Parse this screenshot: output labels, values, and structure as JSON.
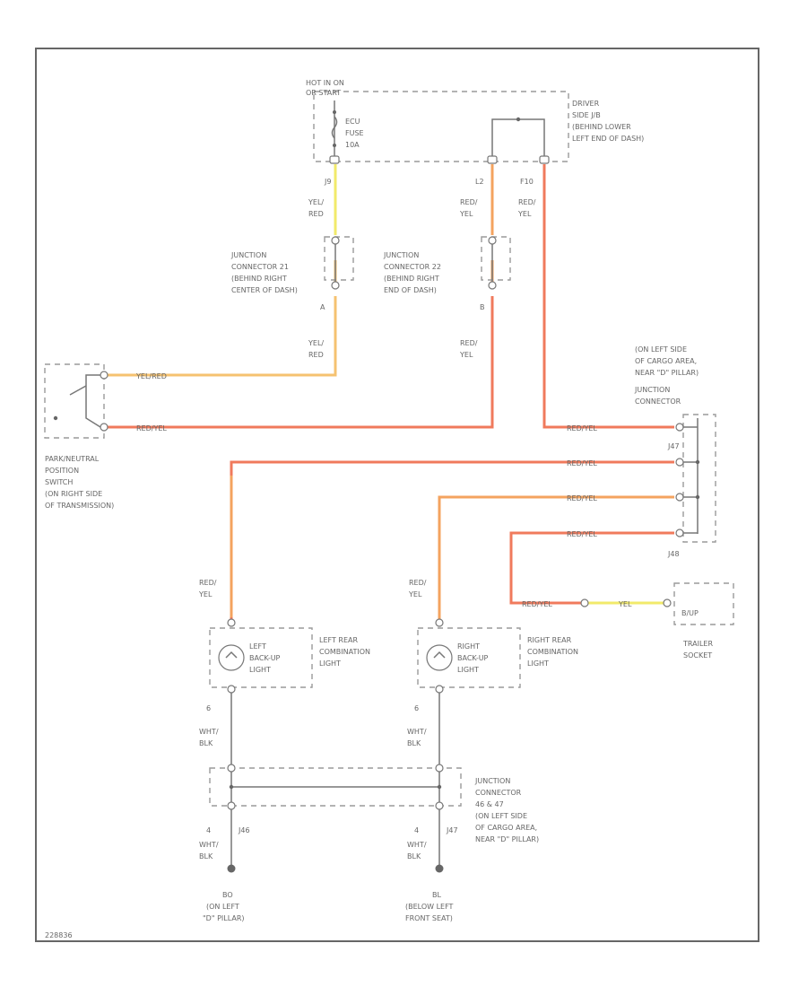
{
  "colors": {
    "red_yel_wire": "#f07a5c",
    "orange_wire": "#f4a35f",
    "yel_wire": "#f2ea6a",
    "yel_red_wire": "#f5c270",
    "line_gray": "#777777"
  },
  "labels": {
    "hot_in_on": [
      "HOT IN ON",
      "OR START"
    ],
    "fuse": [
      "ECU",
      "FUSE",
      "10A"
    ],
    "driver_jb": [
      "DRIVER",
      "SIDE J/B",
      "(BEHIND LOWER",
      "LEFT END OF DASH)"
    ],
    "pin_j9": "J9",
    "pin_l2": "L2",
    "pin_f10": "F10",
    "wire_yel_red_top": [
      "YEL/",
      "RED"
    ],
    "wire_red_yel_mid": [
      "RED/",
      "YEL"
    ],
    "wire_red_yel_right": [
      "RED/",
      "YEL"
    ],
    "jc_center": [
      "JUNCTION",
      "CONNECTOR 21",
      "(BEHIND RIGHT",
      "CENTER OF DASH)"
    ],
    "jc_end": [
      "JUNCTION",
      "CONNECTOR 22",
      "(BEHIND RIGHT",
      "END OF DASH)"
    ],
    "pin_a": "A",
    "pin_b": "B",
    "wire_yel_red_2": [
      "YEL/",
      "RED"
    ],
    "wire_red_yel_2": [
      "RED/",
      "YEL"
    ],
    "switch_label": [
      "PARK/NEUTRAL",
      "POSITION",
      "SWITCH",
      "(ON RIGHT SIDE",
      "OF TRANSMISSION)"
    ],
    "switch_wire_top": "YEL/RED",
    "switch_wire_bottom": "RED/YEL",
    "jc_right": [
      "(ON LEFT SIDE",
      "OF CARGO AREA,",
      "NEAR \"D\" PILLAR)",
      "JUNCTION",
      "CONNECTOR"
    ],
    "jc_right_pins": [
      "J47",
      "J48"
    ],
    "red_yel_short": "RED/YEL",
    "left_wire_label": [
      "RED/",
      "YEL"
    ],
    "right_wire_label": [
      "RED/",
      "YEL"
    ],
    "left_light": [
      "LEFT",
      "BACK-UP",
      "LIGHT"
    ],
    "left_light_desc": [
      "LEFT REAR",
      "COMBINATION",
      "LIGHT"
    ],
    "right_light": [
      "RIGHT",
      "BACK-UP",
      "LIGHT"
    ],
    "right_light_desc": [
      "RIGHT REAR",
      "COMBINATION",
      "LIGHT"
    ],
    "trailer_yel": "YEL",
    "trailer_pin": "B/UP",
    "trailer_label": [
      "TRAILER",
      "SOCKET"
    ],
    "ground_wire": [
      "WHT/",
      "BLK"
    ],
    "jc_bottom": [
      "JUNCTION",
      "CONNECTOR",
      "46 & 47",
      "(ON LEFT SIDE",
      "OF CARGO AREA,",
      "NEAR \"D\" PILLAR)"
    ],
    "pin_j46": "J46",
    "pin_j47": "J47",
    "pin_6": "6",
    "pin_4": "4",
    "ground_left": [
      "BO",
      "(ON LEFT",
      "\"D\" PILLAR)"
    ],
    "ground_right": [
      "BL",
      "(BELOW LEFT",
      "FRONT SEAT)"
    ],
    "footer_code": "228836"
  }
}
